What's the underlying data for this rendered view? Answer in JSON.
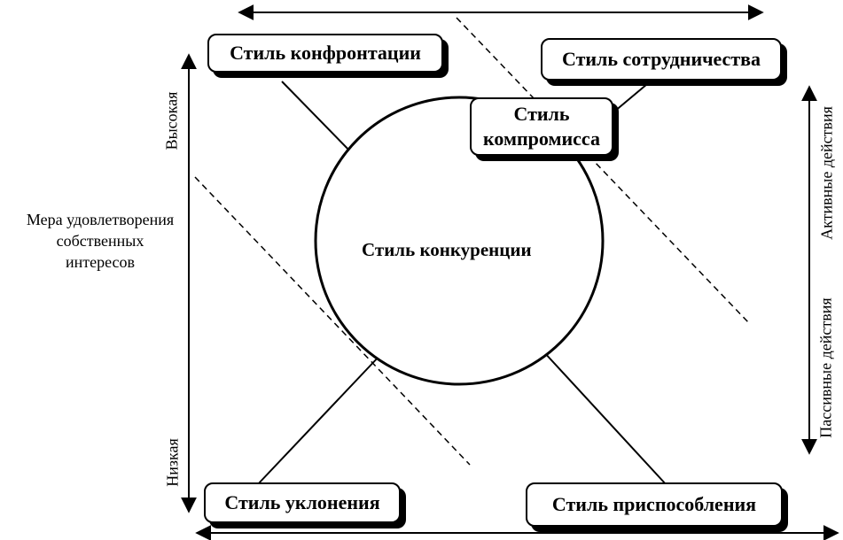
{
  "styles": {
    "confrontation": "Стиль конфронтации",
    "cooperation": "Стиль сотрудничества",
    "compromise_line1": "Стиль",
    "compromise_line2": "компромисса",
    "competition": "Стиль конкуренции",
    "avoidance": "Стиль уклонения",
    "accommodation": "Стиль приспособления"
  },
  "left_axis": {
    "title_line1": "Мера удовлетворения",
    "title_line2": "собственных",
    "title_line3": "интересов",
    "high": "Высокая",
    "low": "Низкая"
  },
  "right_axis": {
    "active": "Активные действия",
    "passive": "Пассивные действия"
  }
}
